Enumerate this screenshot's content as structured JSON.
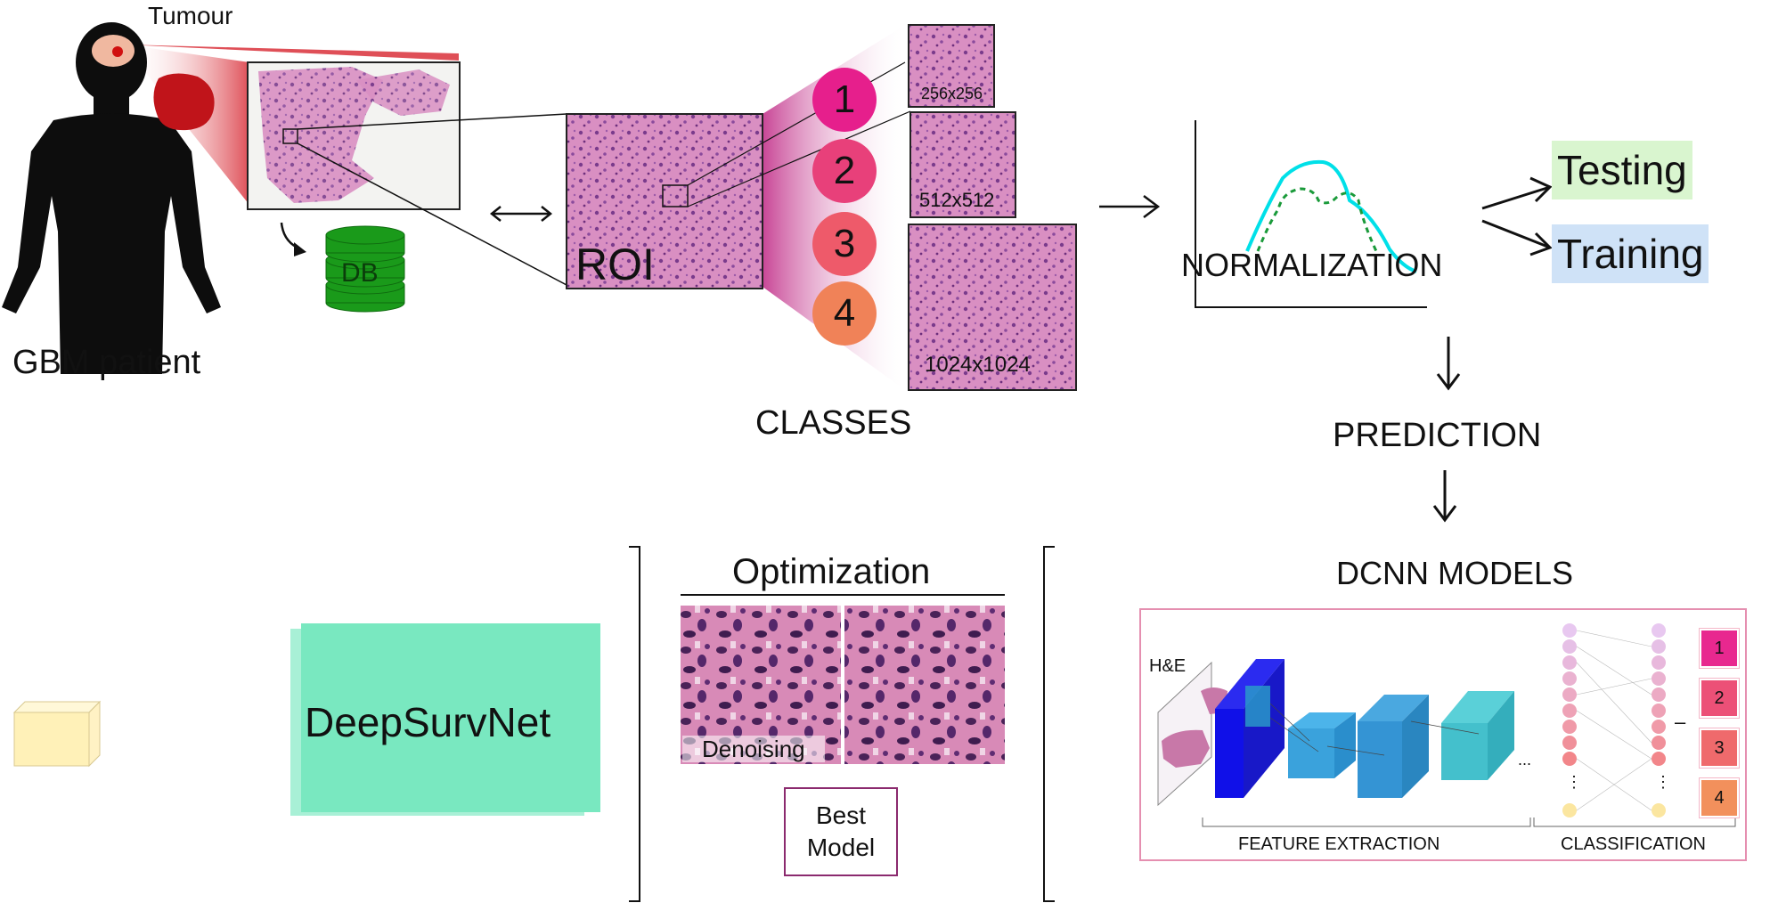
{
  "patient": {
    "tumour_label": "Tumour",
    "patient_label": "GBM patient",
    "db_label": "DB"
  },
  "roi_label": "ROI",
  "classes": {
    "title": "CLASSES",
    "items": [
      {
        "number": "1",
        "color": "#e61f8c"
      },
      {
        "number": "2",
        "color": "#e8407a"
      },
      {
        "number": "3",
        "color": "#ee5a6a"
      },
      {
        "number": "4",
        "color": "#f08258"
      }
    ]
  },
  "patch_sizes": [
    "256x256",
    "512x512",
    "1024x1024"
  ],
  "normalization_label": "NORMALIZATION",
  "split": {
    "testing": "Testing",
    "training": "Training",
    "testing_color": "#d9f5cf",
    "training_color": "#cfe2f7"
  },
  "prediction_label": "PREDICTION",
  "dcnn": {
    "title": "DCNN MODELS",
    "input_label": "H&E",
    "feature_extraction": "FEATURE EXTRACTION",
    "classification": "CLASSIFICATION",
    "ellipsis": "...",
    "dash": "–",
    "class_boxes": [
      {
        "label": "1",
        "color": "#e8288f"
      },
      {
        "label": "2",
        "color": "#ec5077"
      },
      {
        "label": "3",
        "color": "#ef6a6c"
      },
      {
        "label": "4",
        "color": "#f2905c"
      }
    ]
  },
  "optimization": {
    "title": "Optimization",
    "denoising_label": "Denoising",
    "best_model_line1": "Best",
    "best_model_line2": "Model"
  },
  "deepsurvnet_label": "DeepSurvNet",
  "colors": {
    "deepsurvnet": "#79e8c0",
    "cube_front": "#fff1b8",
    "db_green": "#1a9a1a",
    "frame_pink": "#e58fb0",
    "best_model_border": "#8b2a6e"
  }
}
